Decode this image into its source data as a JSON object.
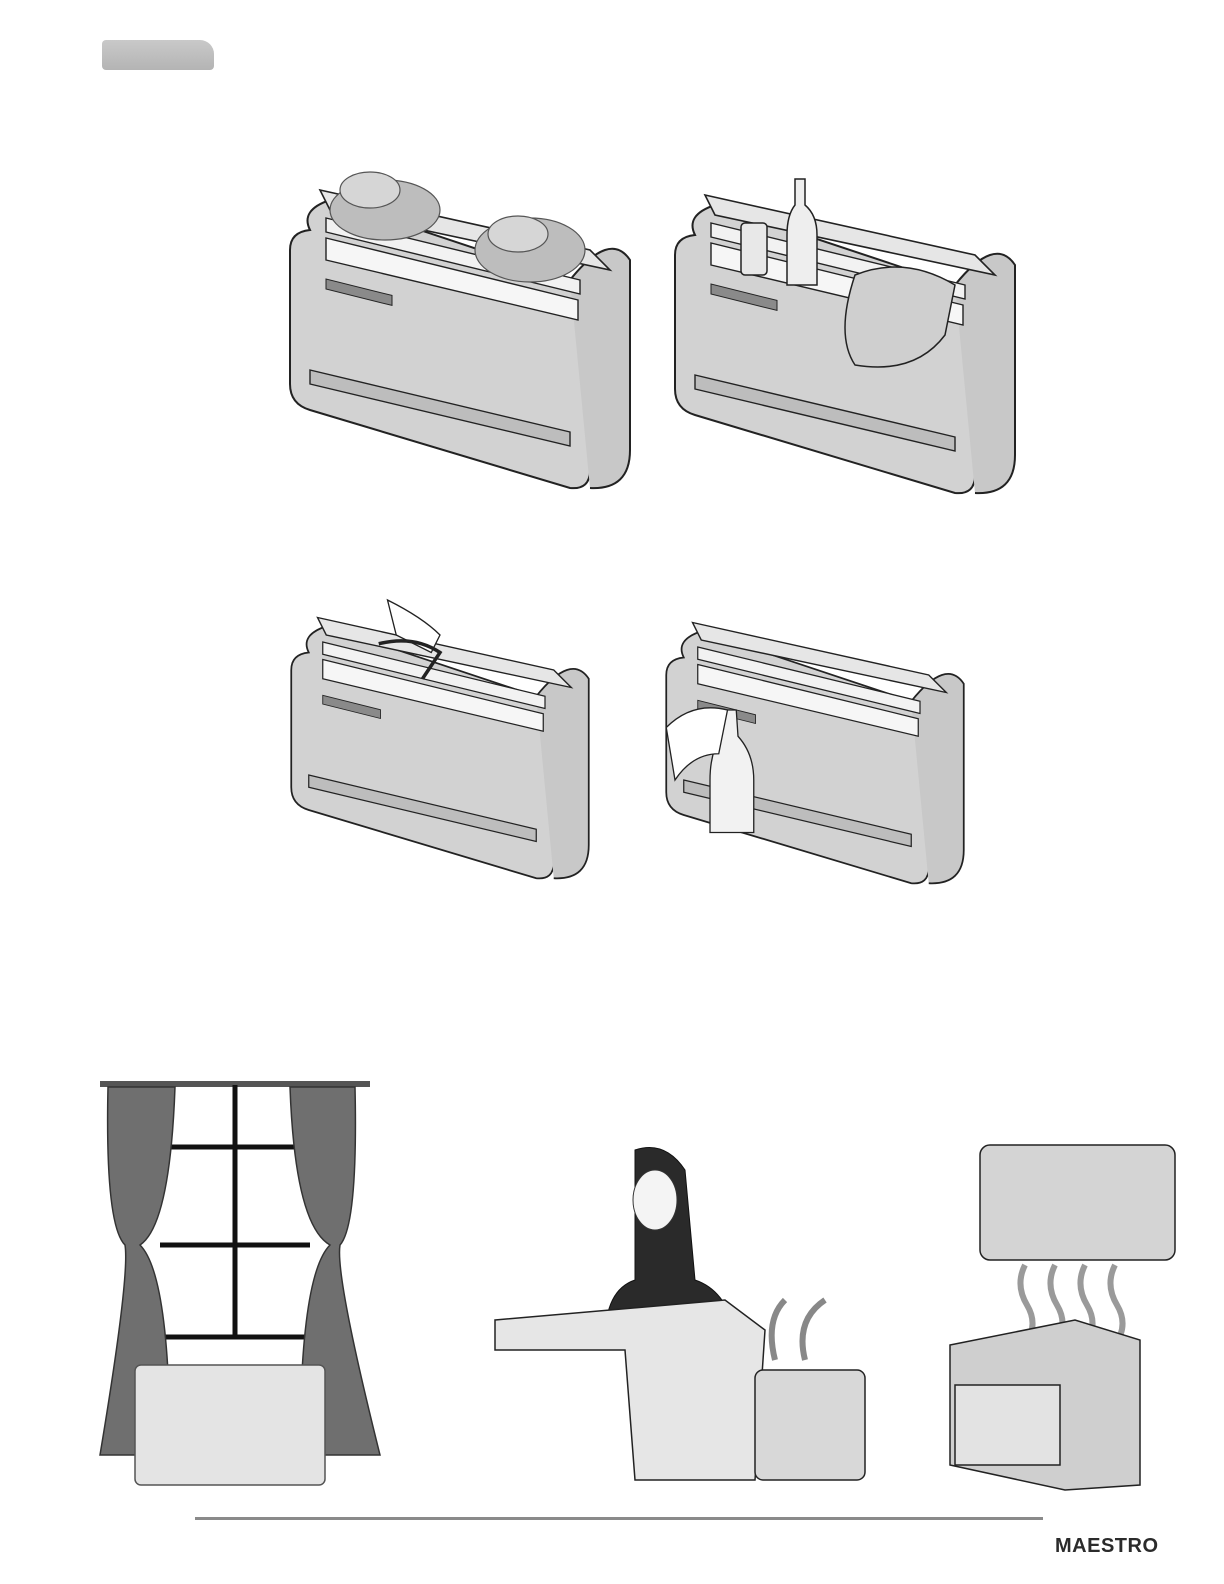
{
  "footer": {
    "logo_text": "MAESTRO",
    "logo_badge_icon": "circle-badge-icon"
  },
  "illustrations": [
    {
      "id": "unit-with-plants",
      "icon": "plant-pot-icon"
    },
    {
      "id": "unit-with-objects",
      "icon": "bottle-icon"
    },
    {
      "id": "unit-flap-closing",
      "icon": "hand-arrow-icon"
    },
    {
      "id": "unit-spray-cleaning",
      "icon": "spray-bottle-icon"
    },
    {
      "id": "window-curtains",
      "icon": "curtain-icon"
    },
    {
      "id": "desk-obstruction",
      "icon": "person-desk-icon"
    },
    {
      "id": "unit-above-stove",
      "icon": "stove-icon"
    }
  ]
}
